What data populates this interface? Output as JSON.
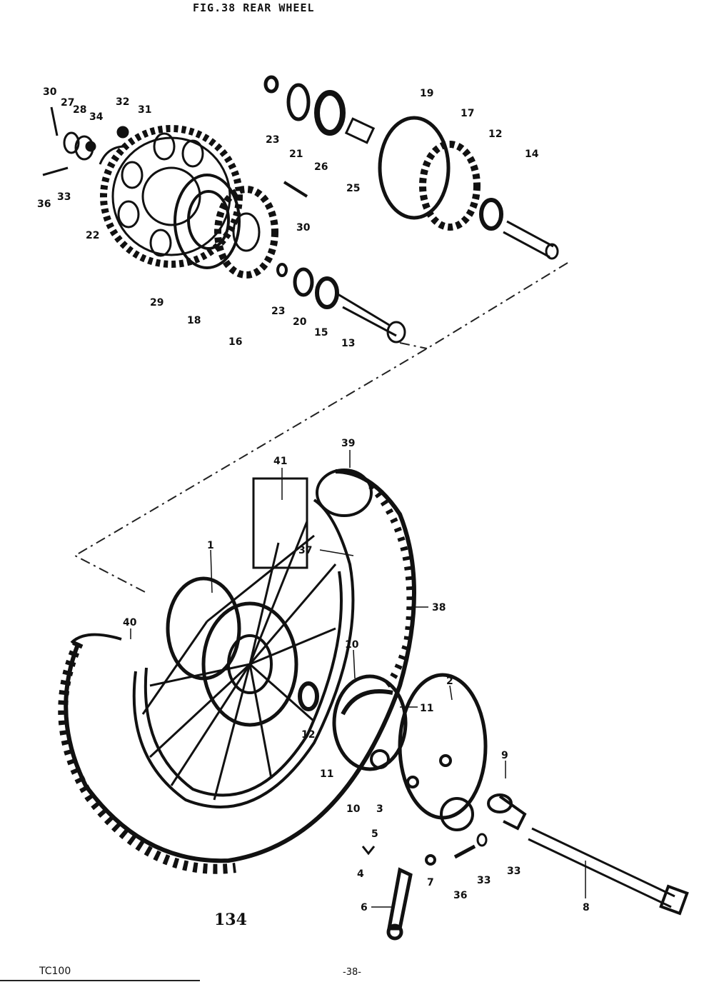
{
  "header": {
    "figure_title": "FIG.38  REAR WHEEL"
  },
  "footer": {
    "model": "TC100",
    "page_number": "-38-",
    "figure_number": "134"
  },
  "callouts": [
    "30",
    "27",
    "28",
    "34",
    "36",
    "33",
    "32",
    "31",
    "22",
    "29",
    "18",
    "16",
    "23",
    "20",
    "15",
    "13",
    "23",
    "21",
    "26",
    "25",
    "19",
    "17",
    "12",
    "14",
    "30",
    "39",
    "41",
    "37",
    "1",
    "38",
    "40",
    "10",
    "2",
    "11",
    "12",
    "9",
    "11",
    "10",
    "3",
    "5",
    "4",
    "7",
    "36",
    "33",
    "33",
    "6",
    "8"
  ]
}
